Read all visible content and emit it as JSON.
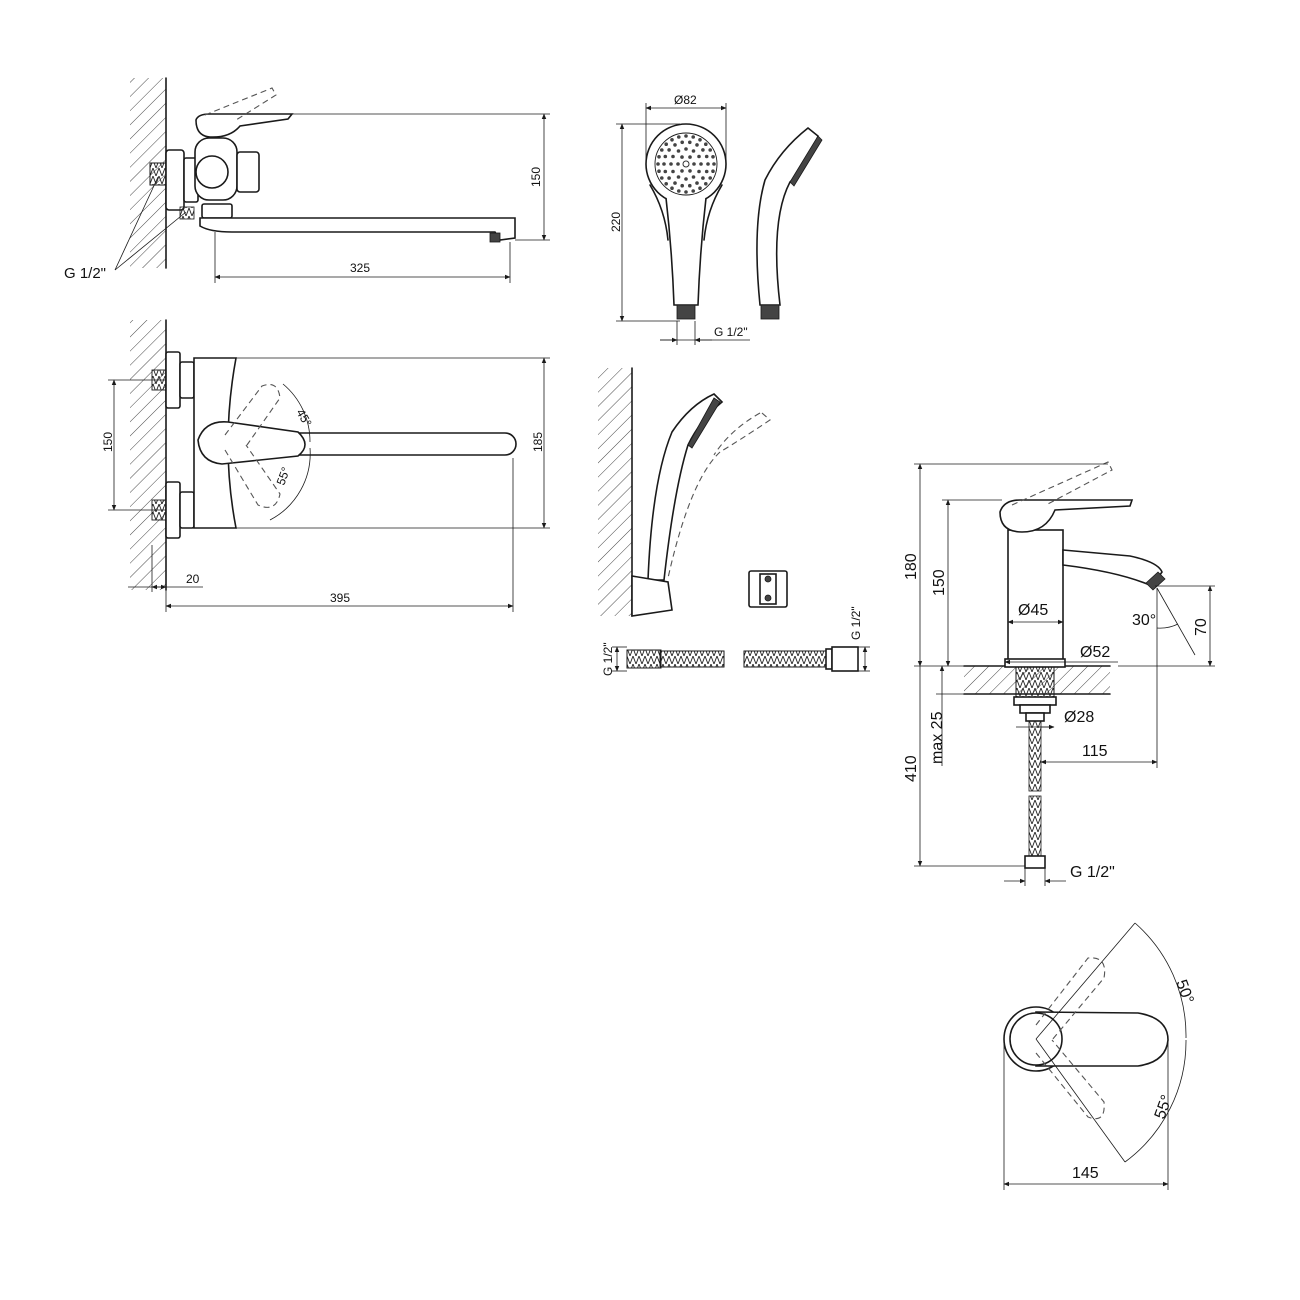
{
  "title": "",
  "drawings": {
    "bath_side": {
      "dim_height": "150",
      "dim_spout": "325",
      "thread": "G 1/2\""
    },
    "bath_top": {
      "dim_centers": "150",
      "dim_depth": "185",
      "angle_fwd": "45°",
      "angle_back": "55°",
      "dim_offset": "20",
      "dim_length": "395"
    },
    "hand_shower": {
      "dim_diameter": "Ø82",
      "dim_length": "220",
      "thread": "G 1/2\""
    },
    "hose": {
      "thread_left": "G 1/2\"",
      "thread_right": "G 1/2\""
    },
    "basin_side": {
      "dim_total_height": "180",
      "dim_height": "150",
      "dim_body": "Ø45",
      "angle": "30°",
      "dim_spout_height": "70",
      "dim_base": "Ø52",
      "dim_mount": "max 25",
      "dim_shank": "Ø28",
      "dim_reach": "115",
      "dim_hose": "410",
      "thread": "G 1/2\""
    },
    "basin_top": {
      "angle_fwd": "50°",
      "angle_back": "55°",
      "dim_length": "145"
    }
  },
  "colors": {
    "line": "#1a1a1a",
    "background": "#ffffff"
  }
}
